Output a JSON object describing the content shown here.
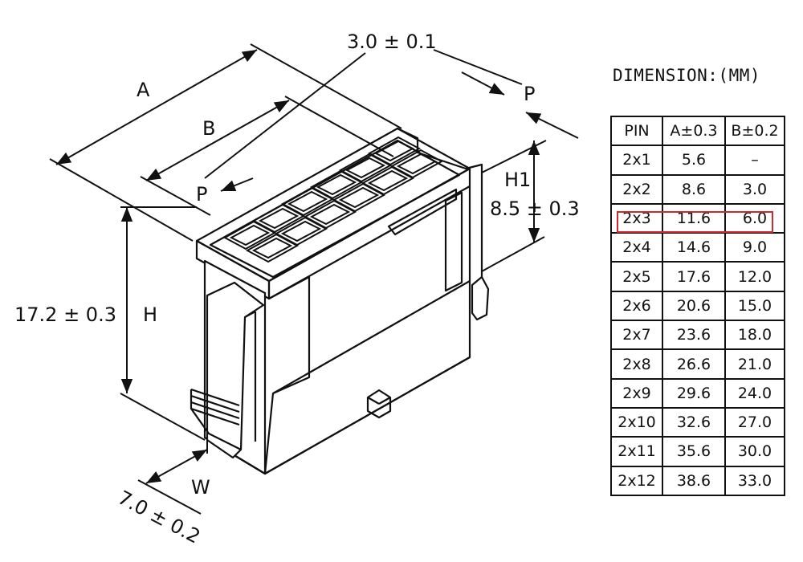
{
  "title": "DIMENSION:(MM)",
  "labels": {
    "pitch": "3.0 ± 0.1",
    "A": "A",
    "B": "B",
    "P1": "P",
    "P2": "P",
    "H1": "H1",
    "h1_value": "8.5 ± 0.3",
    "height_value": "17.2 ± 0.3",
    "H": "H",
    "W": "W",
    "width_value": "7.0 ± 0.2"
  },
  "table": {
    "headers": [
      "PIN",
      "A±0.3",
      "B±0.2"
    ],
    "rows": [
      [
        "2x1",
        "5.6",
        "–"
      ],
      [
        "2x2",
        "8.6",
        "3.0"
      ],
      [
        "2x3",
        "11.6",
        "6.0"
      ],
      [
        "2x4",
        "14.6",
        "9.0"
      ],
      [
        "2x5",
        "17.6",
        "12.0"
      ],
      [
        "2x6",
        "20.6",
        "15.0"
      ],
      [
        "2x7",
        "23.6",
        "18.0"
      ],
      [
        "2x8",
        "26.6",
        "21.0"
      ],
      [
        "2x9",
        "29.6",
        "24.0"
      ],
      [
        "2x10",
        "32.6",
        "27.0"
      ],
      [
        "2x11",
        "35.6",
        "30.0"
      ],
      [
        "2x12",
        "38.6",
        "33.0"
      ]
    ],
    "highlight_row": 2,
    "highlight_color": "#d0282e"
  }
}
